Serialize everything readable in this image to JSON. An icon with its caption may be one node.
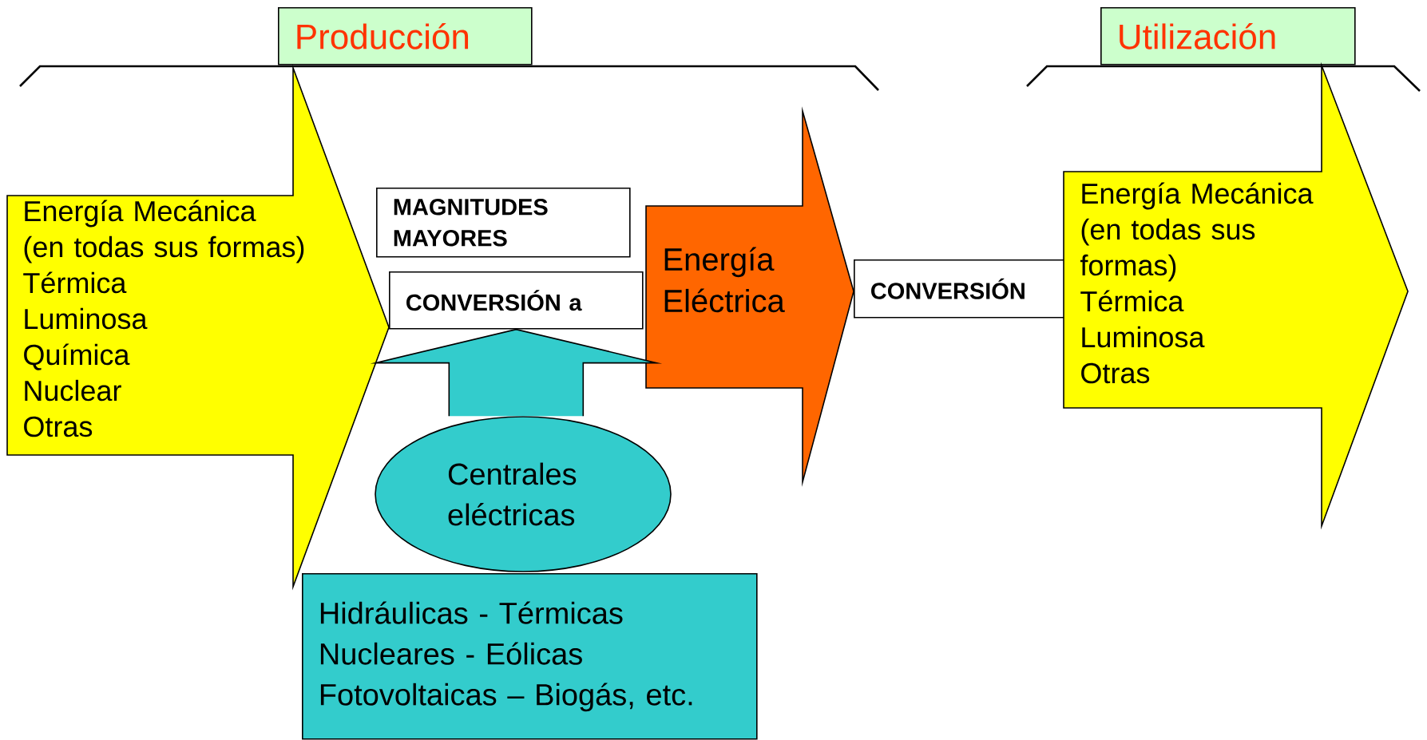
{
  "diagram": {
    "nodes": [
      {
        "text": [
          "Producción"
        ]
      },
      {
        "text": [
          "Utilización"
        ]
      },
      {
        "text": [
          "Energía Mecánica",
          "(en todas sus formas)",
          "Térmica",
          "Luminosa",
          "Química",
          "Nuclear",
          "Otras"
        ]
      },
      {
        "text": [
          "MAGNITUDES MAYORES"
        ]
      },
      {
        "text": [
          "CONVERSIÓN a"
        ]
      },
      {
        "text": [
          "Energía Eléctrica"
        ]
      },
      {
        "text": [
          "CONVERSIÓN"
        ]
      },
      {
        "text": [
          "Energía Mecánica",
          "(en todas sus formas)",
          "Térmica",
          "Luminosa",
          "Otras"
        ]
      },
      {
        "text": [
          "Centrales eléctricas"
        ]
      },
      {
        "text": [
          "Hidráulicas - Térmicas",
          "Nucleares - Eólicas",
          "Fotovoltaicas – Biogás, etc."
        ]
      }
    ],
    "edges": [
      {
        "from": 8,
        "to": 4,
        "arrow": "to"
      }
    ]
  }
}
